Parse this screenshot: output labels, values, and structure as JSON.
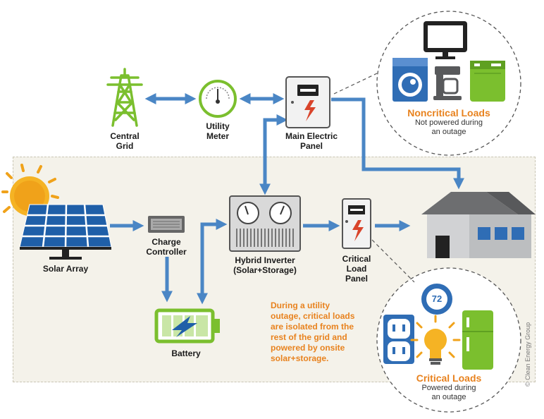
{
  "labels": {
    "central_grid": [
      "Central",
      "Grid"
    ],
    "utility_meter": [
      "Utility",
      "Meter"
    ],
    "main_panel": [
      "Main Electric",
      "Panel"
    ],
    "solar_array": "Solar Array",
    "charge_controller": [
      "Charge",
      "Controller"
    ],
    "hybrid_inverter": [
      "Hybrid Inverter",
      "(Solar+Storage)"
    ],
    "critical_panel": [
      "Critical",
      "Load",
      "Panel"
    ],
    "battery": "Battery"
  },
  "noncritical": {
    "title": "Noncritical Loads",
    "subtitle": [
      "Not powered during",
      "an outage"
    ]
  },
  "critical": {
    "title": "Critical Loads",
    "subtitle": [
      "Powered during",
      "an outage"
    ],
    "thermostat": "72"
  },
  "note": [
    "During a utility",
    "outage, critical loads",
    "are isolated from the",
    "rest of the grid and",
    "powered by onsite",
    "solar+storage."
  ],
  "copyright": "© Clean Energy Group",
  "colors": {
    "arrow": "#4a86c5",
    "green": "#7bbf2e",
    "orange": "#e8821e",
    "panel_blue": "#1f5fa8",
    "zone": "#f4f2ea"
  },
  "icons": [
    "transmission-tower-icon",
    "utility-meter-icon",
    "electric-panel-icon",
    "sun-icon",
    "solar-panel-icon",
    "charge-controller-icon",
    "battery-icon",
    "inverter-icon",
    "house-icon",
    "monitor-icon",
    "washing-machine-icon",
    "coffee-maker-icon",
    "appliance-icon",
    "thermostat-icon",
    "outlet-icon",
    "light-bulb-icon",
    "refrigerator-icon"
  ]
}
